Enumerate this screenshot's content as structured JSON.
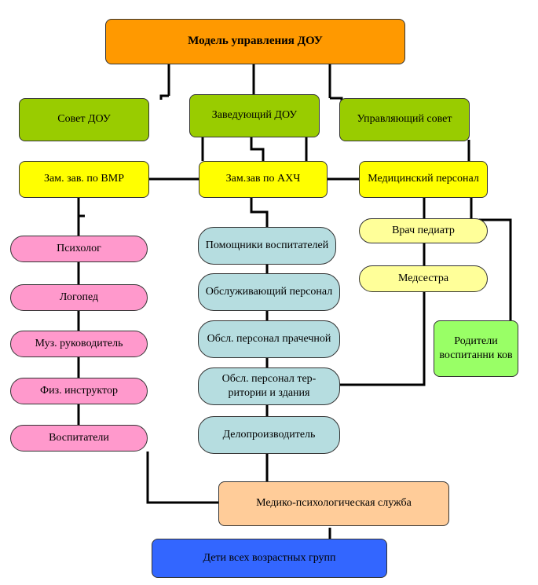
{
  "title": "Модель управления ДОУ",
  "top_row": {
    "council": "Совет ДОУ",
    "head": "Заведующий ДОУ",
    "board": "Управляющий совет"
  },
  "deputies": {
    "vmr": "Зам. зав. по ВМР",
    "ahch": "Зам.зав по АХЧ",
    "medical": "Медицинский персонал"
  },
  "vmr_staff": [
    "Психолог",
    "Логопед",
    "Муз. руководитель",
    "Физ. инструктор",
    "Воспитатели"
  ],
  "ahch_staff": [
    "Помощники воспитателей",
    "Обслуживающий персонал",
    "Обсл. персонал прачечной",
    "Обсл. персонал тер-ритории и здания",
    "Делопроизводитель"
  ],
  "medical_staff": [
    "Врач педиатр",
    "Медсестра"
  ],
  "parents": "Родители воспитанни ков",
  "service": "Медико-психологическая служба",
  "children": "Дети всех возрастных групп"
}
